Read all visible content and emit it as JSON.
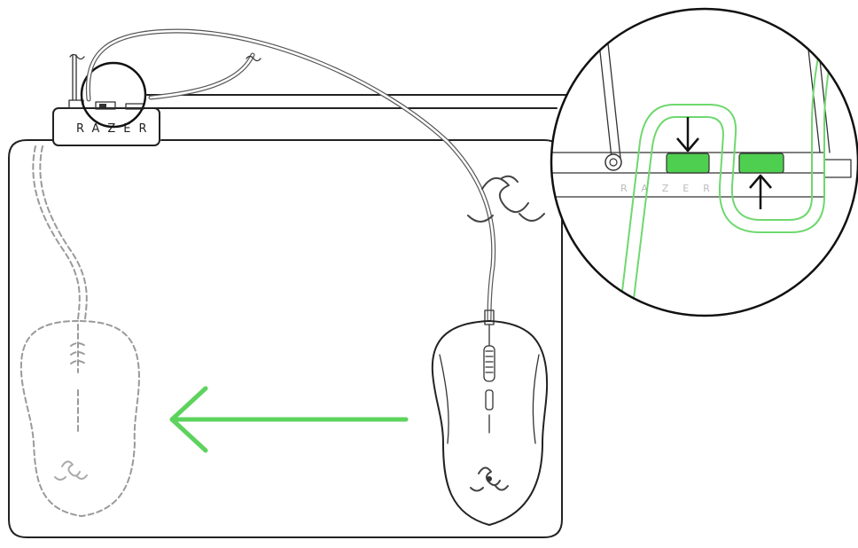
{
  "brand": {
    "hub_label": "RAZER",
    "zoom_label": "RAZER"
  },
  "colors": {
    "accent": "#5dd35d",
    "outline": "#222222",
    "ghost": "#9a9a9a"
  },
  "icons": {
    "logo": "razer-snake-logo",
    "arrow": "arrow-left",
    "press_down": "arrow-down",
    "press_up": "arrow-up"
  }
}
